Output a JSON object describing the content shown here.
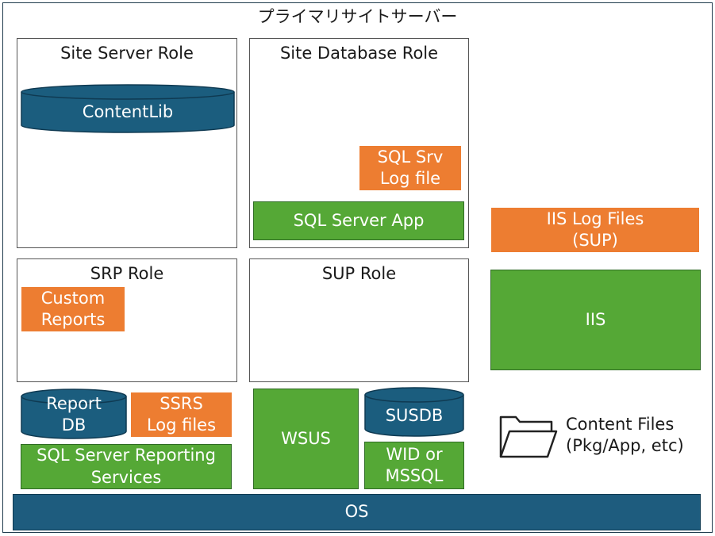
{
  "title": "プライマリサイトサーバー",
  "roles": {
    "site_server": "Site Server Role",
    "site_database": "Site Database Role",
    "srp": "SRP Role",
    "sup": "SUP Role"
  },
  "components": {
    "content_lib": "ContentLib",
    "sql_srv_log": [
      "SQL Srv",
      "Log file"
    ],
    "sql_server_app": "SQL Server App",
    "iis_log_files": [
      "IIS Log Files",
      "(SUP)"
    ],
    "iis": "IIS",
    "custom_reports": [
      "Custom",
      "Reports"
    ],
    "report_db": [
      "Report",
      "DB"
    ],
    "ssrs_log": [
      "SSRS",
      "Log files"
    ],
    "ssrs": [
      "SQL Server Reporting",
      "Services"
    ],
    "wsus": "WSUS",
    "susdb": "SUSDB",
    "wid": [
      "WID or",
      "MSSQL"
    ],
    "content_files": [
      "Content Files",
      "(Pkg/App, etc)"
    ],
    "os": "OS"
  },
  "colors": {
    "orange": "#ed7d31",
    "green": "#55a836",
    "blue": "#1e5c7e",
    "cylinder_blue": "#1b5d7e"
  },
  "icons": {
    "content_files": "folder-open-icon"
  }
}
